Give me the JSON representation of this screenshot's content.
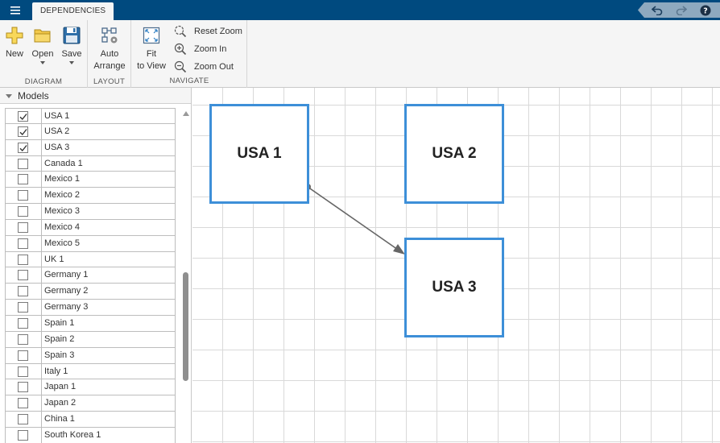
{
  "tab": {
    "label": "DEPENDENCIES"
  },
  "toolstrip": {
    "diagram": {
      "label": "DIAGRAM",
      "new": "New",
      "open": "Open",
      "save": "Save"
    },
    "layout": {
      "label": "LAYOUT",
      "auto_line1": "Auto",
      "auto_line2": "Arrange"
    },
    "navigate": {
      "label": "NAVIGATE",
      "fit_line1": "Fit",
      "fit_line2": "to View",
      "reset_zoom": "Reset Zoom",
      "zoom_in": "Zoom In",
      "zoom_out": "Zoom Out"
    }
  },
  "panel": {
    "title": "Models",
    "items": [
      {
        "label": "USA 1",
        "checked": true
      },
      {
        "label": "USA 2",
        "checked": true
      },
      {
        "label": "USA 3",
        "checked": true
      },
      {
        "label": "Canada 1",
        "checked": false
      },
      {
        "label": "Mexico 1",
        "checked": false
      },
      {
        "label": "Mexico 2",
        "checked": false
      },
      {
        "label": "Mexico 3",
        "checked": false
      },
      {
        "label": "Mexico 4",
        "checked": false
      },
      {
        "label": "Mexico 5",
        "checked": false
      },
      {
        "label": "UK 1",
        "checked": false
      },
      {
        "label": "Germany 1",
        "checked": false
      },
      {
        "label": "Germany 2",
        "checked": false
      },
      {
        "label": "Germany 3",
        "checked": false
      },
      {
        "label": "Spain 1",
        "checked": false
      },
      {
        "label": "Spain 2",
        "checked": false
      },
      {
        "label": "Spain 3",
        "checked": false
      },
      {
        "label": "Italy 1",
        "checked": false
      },
      {
        "label": "Japan 1",
        "checked": false
      },
      {
        "label": "Japan 2",
        "checked": false
      },
      {
        "label": "China 1",
        "checked": false
      },
      {
        "label": "South Korea 1",
        "checked": false
      }
    ]
  },
  "diagram": {
    "nodes": [
      {
        "id": "usa1",
        "label": "USA 1"
      },
      {
        "id": "usa2",
        "label": "USA 2"
      },
      {
        "id": "usa3",
        "label": "USA 3"
      }
    ],
    "edges": [
      {
        "from": "USA 1",
        "to": "USA 3"
      }
    ]
  },
  "colors": {
    "titlebar": "#004A7F",
    "node_border": "#3D8FD8",
    "edge": "#666666"
  }
}
